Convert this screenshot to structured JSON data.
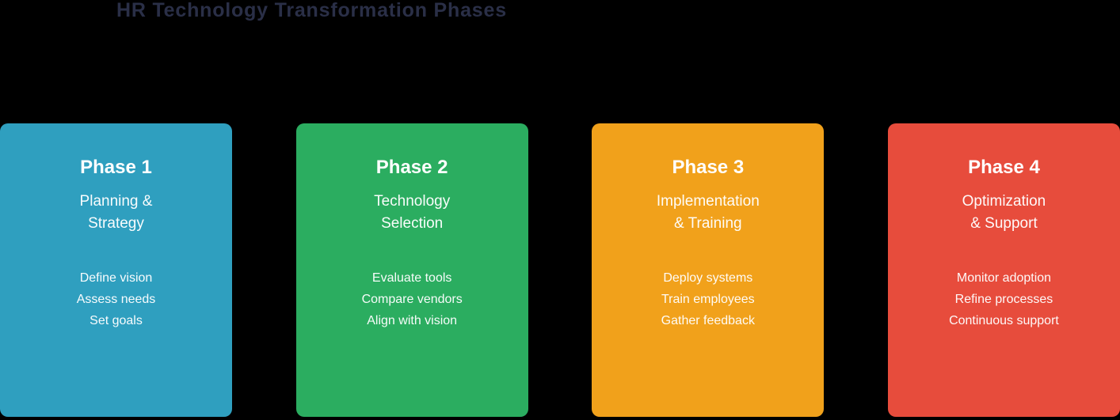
{
  "page": {
    "background_color": "#000000",
    "title": "HR Technology Transformation Phases",
    "title_color": "#2a2f47"
  },
  "phases": [
    {
      "title": "Phase 1",
      "subtitle": "Planning &\nStrategy",
      "items": [
        "Define vision",
        "Assess needs",
        "Set goals"
      ],
      "color": "#2f9fbf"
    },
    {
      "title": "Phase 2",
      "subtitle": "Technology\nSelection",
      "items": [
        "Evaluate tools",
        "Compare vendors",
        "Align with vision"
      ],
      "color": "#2bad60"
    },
    {
      "title": "Phase 3",
      "subtitle": "Implementation\n& Training",
      "items": [
        "Deploy systems",
        "Train employees",
        "Gather feedback"
      ],
      "color": "#f1a11b"
    },
    {
      "title": "Phase 4",
      "subtitle": "Optimization\n& Support",
      "items": [
        "Monitor adoption",
        "Refine processes",
        "Continuous support"
      ],
      "color": "#e74c3c"
    }
  ]
}
